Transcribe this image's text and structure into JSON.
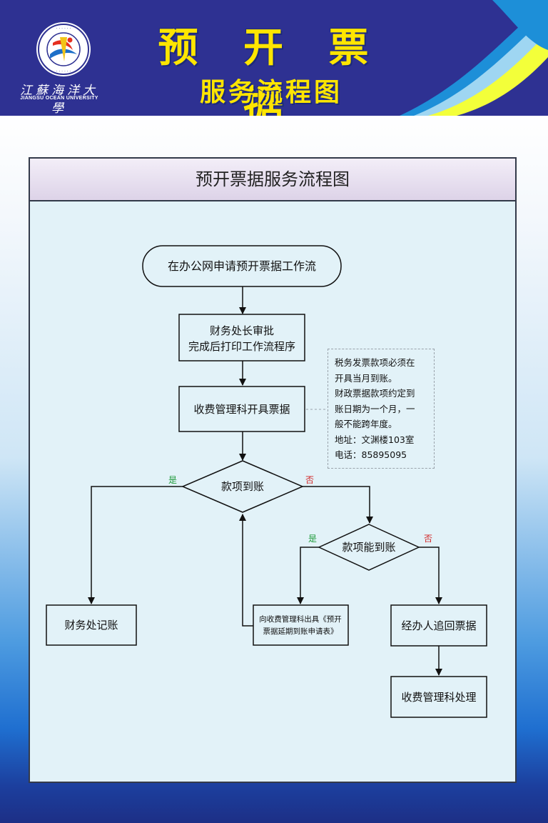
{
  "header": {
    "title": "预 开 票 据",
    "subtitle": "服务流程图",
    "university_cn": "江蘇海洋大學",
    "university_en": "JIANGSU OCEAN UNIVERSITY",
    "logo_ring_text": "江苏海洋大学 JIANGSU OCEAN UNIVERSITY"
  },
  "colors": {
    "header_blue": "#2e3192",
    "title_yellow": "#ffe500",
    "panel_bg": "#e2f2f8",
    "yes_green": "#1e9a3a",
    "no_red": "#d22828"
  },
  "panel": {
    "title": "预开票据服务流程图"
  },
  "flow": {
    "start": "在办公网申请预开票据工作流",
    "approve_line1": "财务处长审批",
    "approve_line2": "完成后打印工作流程序",
    "issue": "收费管理科开具票据",
    "decision1": "款项到账",
    "decision2": "款项能到账",
    "yes": "是",
    "no": "否",
    "bookkeeping": "财务处记账",
    "extension_line1": "向收费管理科出具《预开",
    "extension_line2": "票据延期到账申请表》",
    "recover": "经办人追回票据",
    "handle": "收费管理科处理"
  },
  "note": {
    "lines": [
      "税务发票款项必须在",
      "开具当月到账。",
      "财政票据款项约定到",
      "账日期为一个月，一",
      "般不能跨年度。",
      "地址：文渊楼103室",
      "电话：85895095"
    ]
  }
}
